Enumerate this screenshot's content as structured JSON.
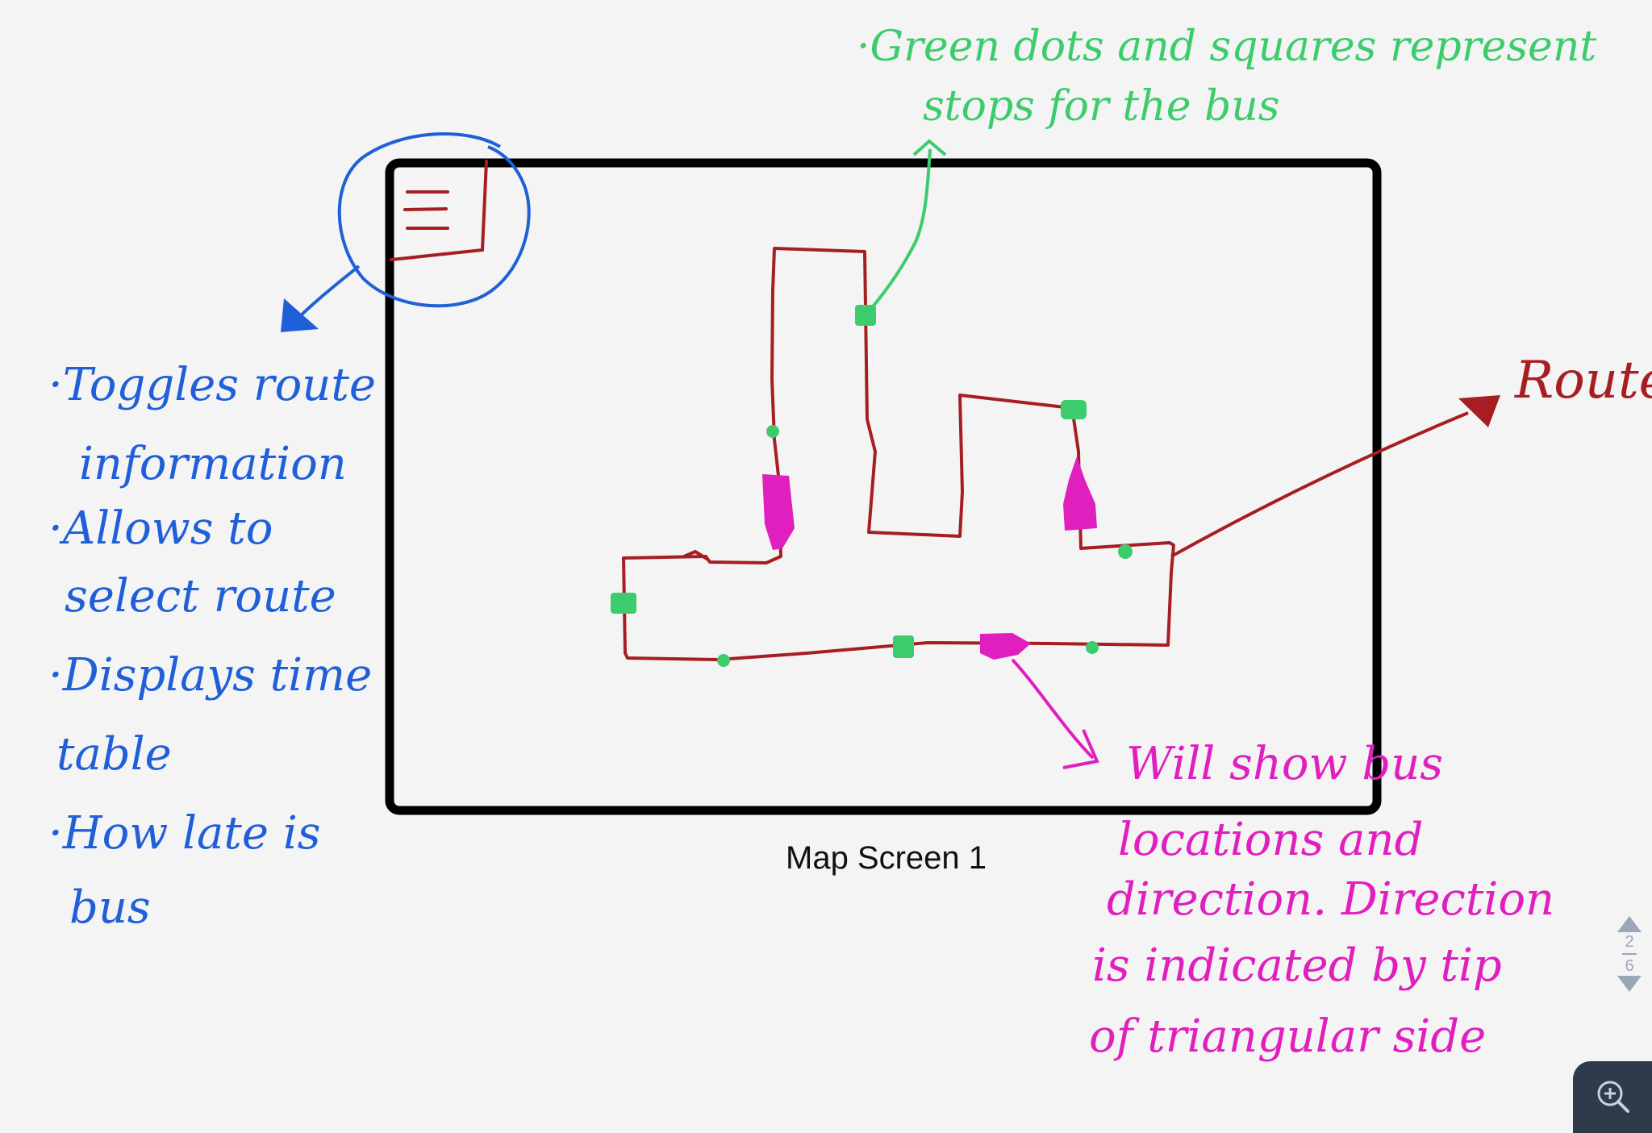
{
  "title": "Map Screen 1",
  "annotations": {
    "green_note": {
      "line1": "·Green dots and squares represent",
      "line2": "stops for the bus"
    },
    "blue_notes": [
      "·Toggles route",
      "information",
      "·Allows to",
      "select route",
      "·Displays time",
      "table",
      "·How late is",
      "bus"
    ],
    "route_label": "Route",
    "magenta_notes": [
      "Will show bus",
      "locations and",
      "direction. Direction",
      "is indicated by tip",
      "of triangular side"
    ]
  },
  "pager": {
    "current": "2",
    "total": "6"
  },
  "colors": {
    "frame": "#000000",
    "route": "#a71e22",
    "stops": "#3ccc6c",
    "bus": "#e01fbf",
    "menu_note": "#1f5fd8"
  },
  "icons": {
    "menu": "hamburger-menu-icon",
    "zoom": "zoom-in-icon"
  }
}
